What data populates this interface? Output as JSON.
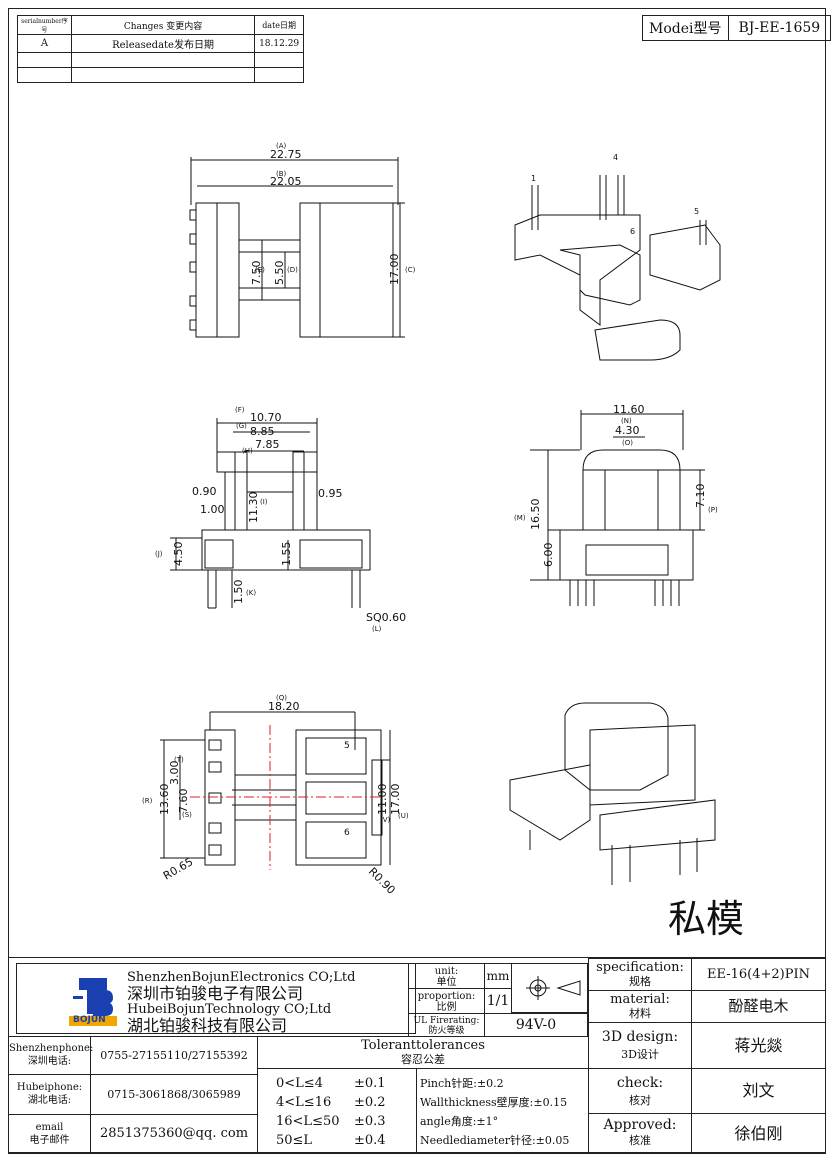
{
  "revision_table": {
    "headers": {
      "serial": "serialnumber序号",
      "changes": "Changes 变更内容",
      "date": "date日期"
    },
    "rows": [
      {
        "serial": "A",
        "changes": "Releasedate发布日期",
        "date": "18.12.29"
      },
      {
        "serial": "",
        "changes": "",
        "date": ""
      },
      {
        "serial": "",
        "changes": "",
        "date": ""
      }
    ]
  },
  "model": {
    "label": "Modei型号",
    "value": "BJ-EE-1659"
  },
  "views": {
    "top": {
      "A": "(A)",
      "A_val": "22.75",
      "B": "(B)",
      "B_val": "22.05",
      "C_val": "17.00",
      "C": "(C)",
      "E_val": "7.50",
      "E": "(E)",
      "D_val": "5.50",
      "D": "(D)"
    },
    "iso1": {
      "pin1": "1",
      "pin4": "4",
      "pin5": "5",
      "pin6": "6"
    },
    "side": {
      "F": "(F)",
      "F_val": "10.70",
      "G": "(G)",
      "G_val": "8.85",
      "H": "(H)",
      "H_val": "7.85",
      "v090": "0.90",
      "v095": "0.95",
      "v100": "1.00",
      "v1130": "11.30",
      "I": "(I)",
      "J": "(J)",
      "v450": "4.50",
      "v155": "1.55",
      "v150": "1.50",
      "K": "(K)",
      "sq": "SQ0.60",
      "L": "(L)"
    },
    "front": {
      "v1160": "11.60",
      "N": "(N)",
      "v430": "4.30",
      "O": "(O)",
      "M": "(M)",
      "v1650": "16.50",
      "v710": "7.10",
      "P": "(P)",
      "v600": "6.00"
    },
    "bottom": {
      "Q": "(Q)",
      "v1820": "18.20",
      "R": "(R)",
      "v1360": "13.60",
      "T": "(T)",
      "v300": "3.00",
      "S": "(S)",
      "v760": "7.60",
      "v1100": "11.00",
      "v1700": "17.00",
      "V": "(V)",
      "U": "(U)",
      "pin5": "5",
      "pin6": "6",
      "r065": "R0.65",
      "r090": "R0.90"
    }
  },
  "private_mold": "私模",
  "company": {
    "line1": "ShenzhenBojunElectronics CO;Ltd",
    "line2": "深圳市铂骏电子有限公司",
    "line3": "HubeiBojunTechnology CO;Ltd",
    "line4": "湖北铂骏科技有限公司",
    "logo_text": "BOJUN"
  },
  "unit": {
    "label": "unit:",
    "label_zh": "单位",
    "value": "mm"
  },
  "proportion": {
    "label": "proportion:",
    "label_zh": "比例",
    "value": "1/1"
  },
  "ul": {
    "label": "UL Firerating:",
    "label_zh": "防火等级",
    "value": "94V-0"
  },
  "contacts": [
    {
      "label": "Shenzhenphone:",
      "label_zh": "深圳电话:",
      "value": "0755-27155110/27155392"
    },
    {
      "label": "Hubeiphone:",
      "label_zh": "湖北电话:",
      "value": "0715-3061868/3065989"
    },
    {
      "label": "email",
      "label_zh": "电子邮件",
      "value": "2851375360@qq. com"
    }
  ],
  "tolerances": {
    "title": "Toleranttolerances",
    "title_zh": "容忍公差",
    "ranges": [
      {
        "range": "0<L≤4",
        "tol": "±0.1"
      },
      {
        "range": "4<L≤16",
        "tol": "±0.2"
      },
      {
        "range": "16<L≤50",
        "tol": "±0.3"
      },
      {
        "range": "50≤L",
        "tol": "±0.4"
      }
    ],
    "notes": [
      "Pinch针距:±0.2",
      "Wallthickness壁厚度:±0.15",
      "angle角度:±1°",
      "Needlediameter针径:±0.05"
    ]
  },
  "spec": {
    "specification": {
      "label": "specification:",
      "label_zh": "规格",
      "value": "EE-16(4+2)PIN"
    },
    "material": {
      "label": "material:",
      "label_zh": "材料",
      "value": "酚醛电木"
    },
    "design3d": {
      "label": "3D design:",
      "label_zh": "3D设计",
      "value": "蒋光燚"
    },
    "check": {
      "label": "check:",
      "label_zh": "核对",
      "value": "刘文"
    },
    "approved": {
      "label": "Approved:",
      "label_zh": "核准",
      "value": "徐伯刚"
    }
  }
}
